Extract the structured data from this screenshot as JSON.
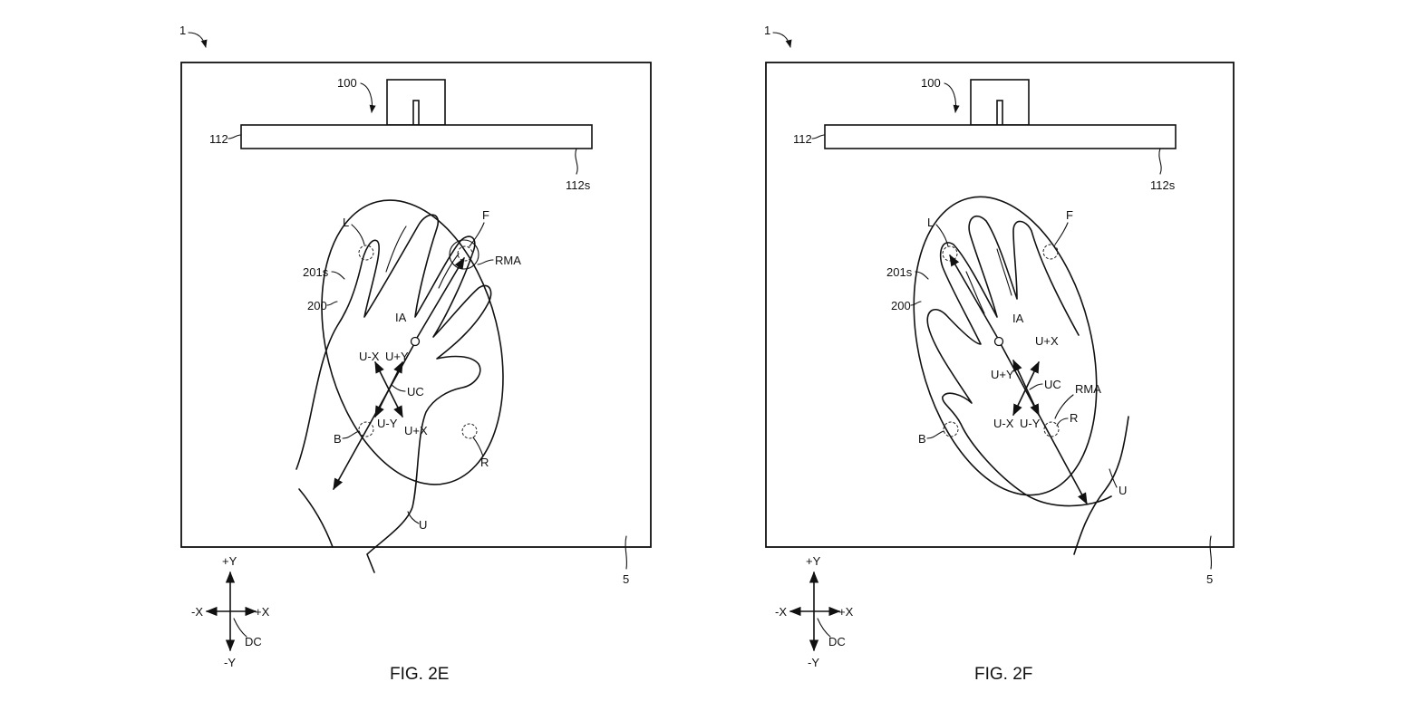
{
  "figures": [
    {
      "caption": "FIG. 2E",
      "labels": {
        "system": "1",
        "device": "100",
        "display": "112",
        "display_surface": "112s",
        "surface": "5",
        "hand": "200",
        "hand_surface": "201s",
        "left": "L",
        "front": "F",
        "back": "B",
        "right": "R",
        "rma": "RMA",
        "ia": "IA",
        "uc": "UC",
        "u": "U",
        "u_minus_x": "U-X",
        "u_plus_y": "U+Y",
        "u_minus_y": "U-Y",
        "u_plus_x": "U+X"
      },
      "device_coordinates": {
        "plus_y": "+Y",
        "minus_y": "-Y",
        "minus_x": "-X",
        "plus_x": "+X",
        "dc": "DC"
      }
    },
    {
      "caption": "FIG. 2F",
      "labels": {
        "system": "1",
        "device": "100",
        "display": "112",
        "display_surface": "112s",
        "surface": "5",
        "hand": "200",
        "hand_surface": "201s",
        "left": "L",
        "front": "F",
        "back": "B",
        "right": "R",
        "rma": "RMA",
        "ia": "IA",
        "uc": "UC",
        "u": "U",
        "u_plus_x": "U+X",
        "u_plus_y": "U+Y",
        "u_minus_x": "U-X",
        "u_minus_y": "U-Y"
      },
      "device_coordinates": {
        "plus_y": "+Y",
        "minus_y": "-Y",
        "minus_x": "-X",
        "plus_x": "+X",
        "dc": "DC"
      }
    }
  ]
}
